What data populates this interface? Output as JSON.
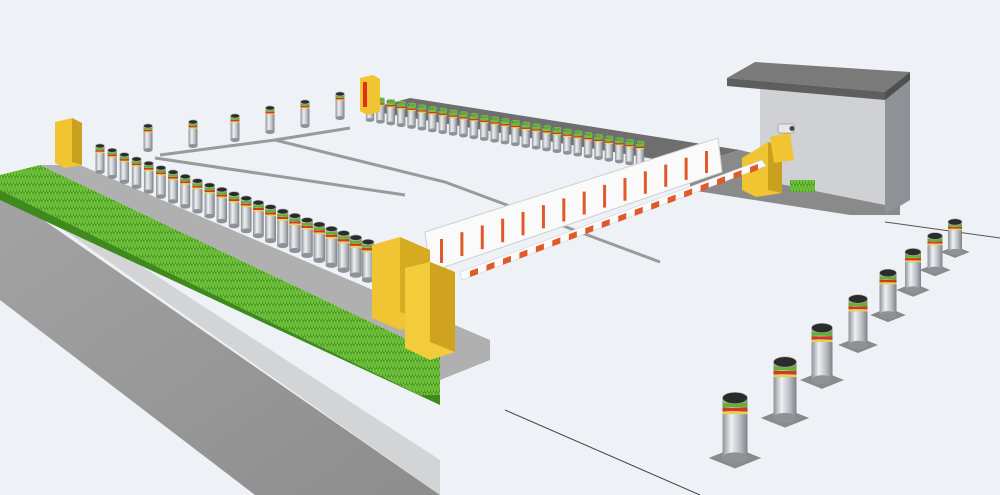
{
  "scene": {
    "subject": "vehicle-access-control-checkpoint",
    "colors": {
      "background": "#eef1f6",
      "ground_light": "#f2f4f8",
      "road": "#9c9c9c",
      "road_dark": "#6f6f6f",
      "curb": "#bdbdbd",
      "hedge": "#4a9a22",
      "hedge_light": "#6cc23a",
      "bollard_steel": "#c9cdd2",
      "bollard_band_green": "#5fb32e",
      "bollard_band_red": "#d23a1a",
      "bollard_band_yellow": "#e9d24a",
      "post_yellow": "#f0c531",
      "post_red": "#e0301c",
      "barrier_white": "#fafafa",
      "barrier_stripe": "#e0592a",
      "booth_roof": "#7a7a7a",
      "booth_wall": "#a8abaf",
      "booth_inner": "#cfd1d4"
    },
    "elements": [
      "road",
      "grass-hedge",
      "control-lane-platform",
      "bollard-row-front",
      "bollard-row-back",
      "bollard-row-inner",
      "bollard-row-right",
      "yellow-post-left",
      "yellow-post-red-back",
      "barrier-gate-large",
      "barrier-gate-booth",
      "guard-booth",
      "camera-icon"
    ]
  }
}
